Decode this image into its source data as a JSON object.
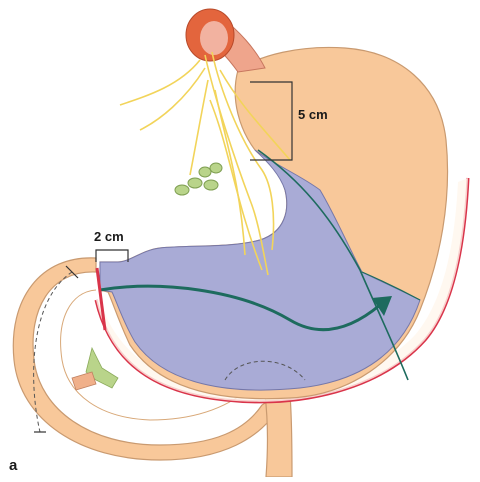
{
  "figure": {
    "panel_label": "a",
    "labels": {
      "proximal_margin": "5 cm",
      "distal_margin": "2 cm"
    },
    "colors": {
      "stomach": "#F8C89A",
      "resected_region": "#A9ABD6",
      "omentum_band": "#D9344A",
      "vagus_nerve": "#F2D45A",
      "lymph_nodes": "#B9D48A",
      "resection_arrow": "#1D6B5E",
      "esophagus_ring": "#E3653D",
      "outline": "#333333"
    }
  }
}
